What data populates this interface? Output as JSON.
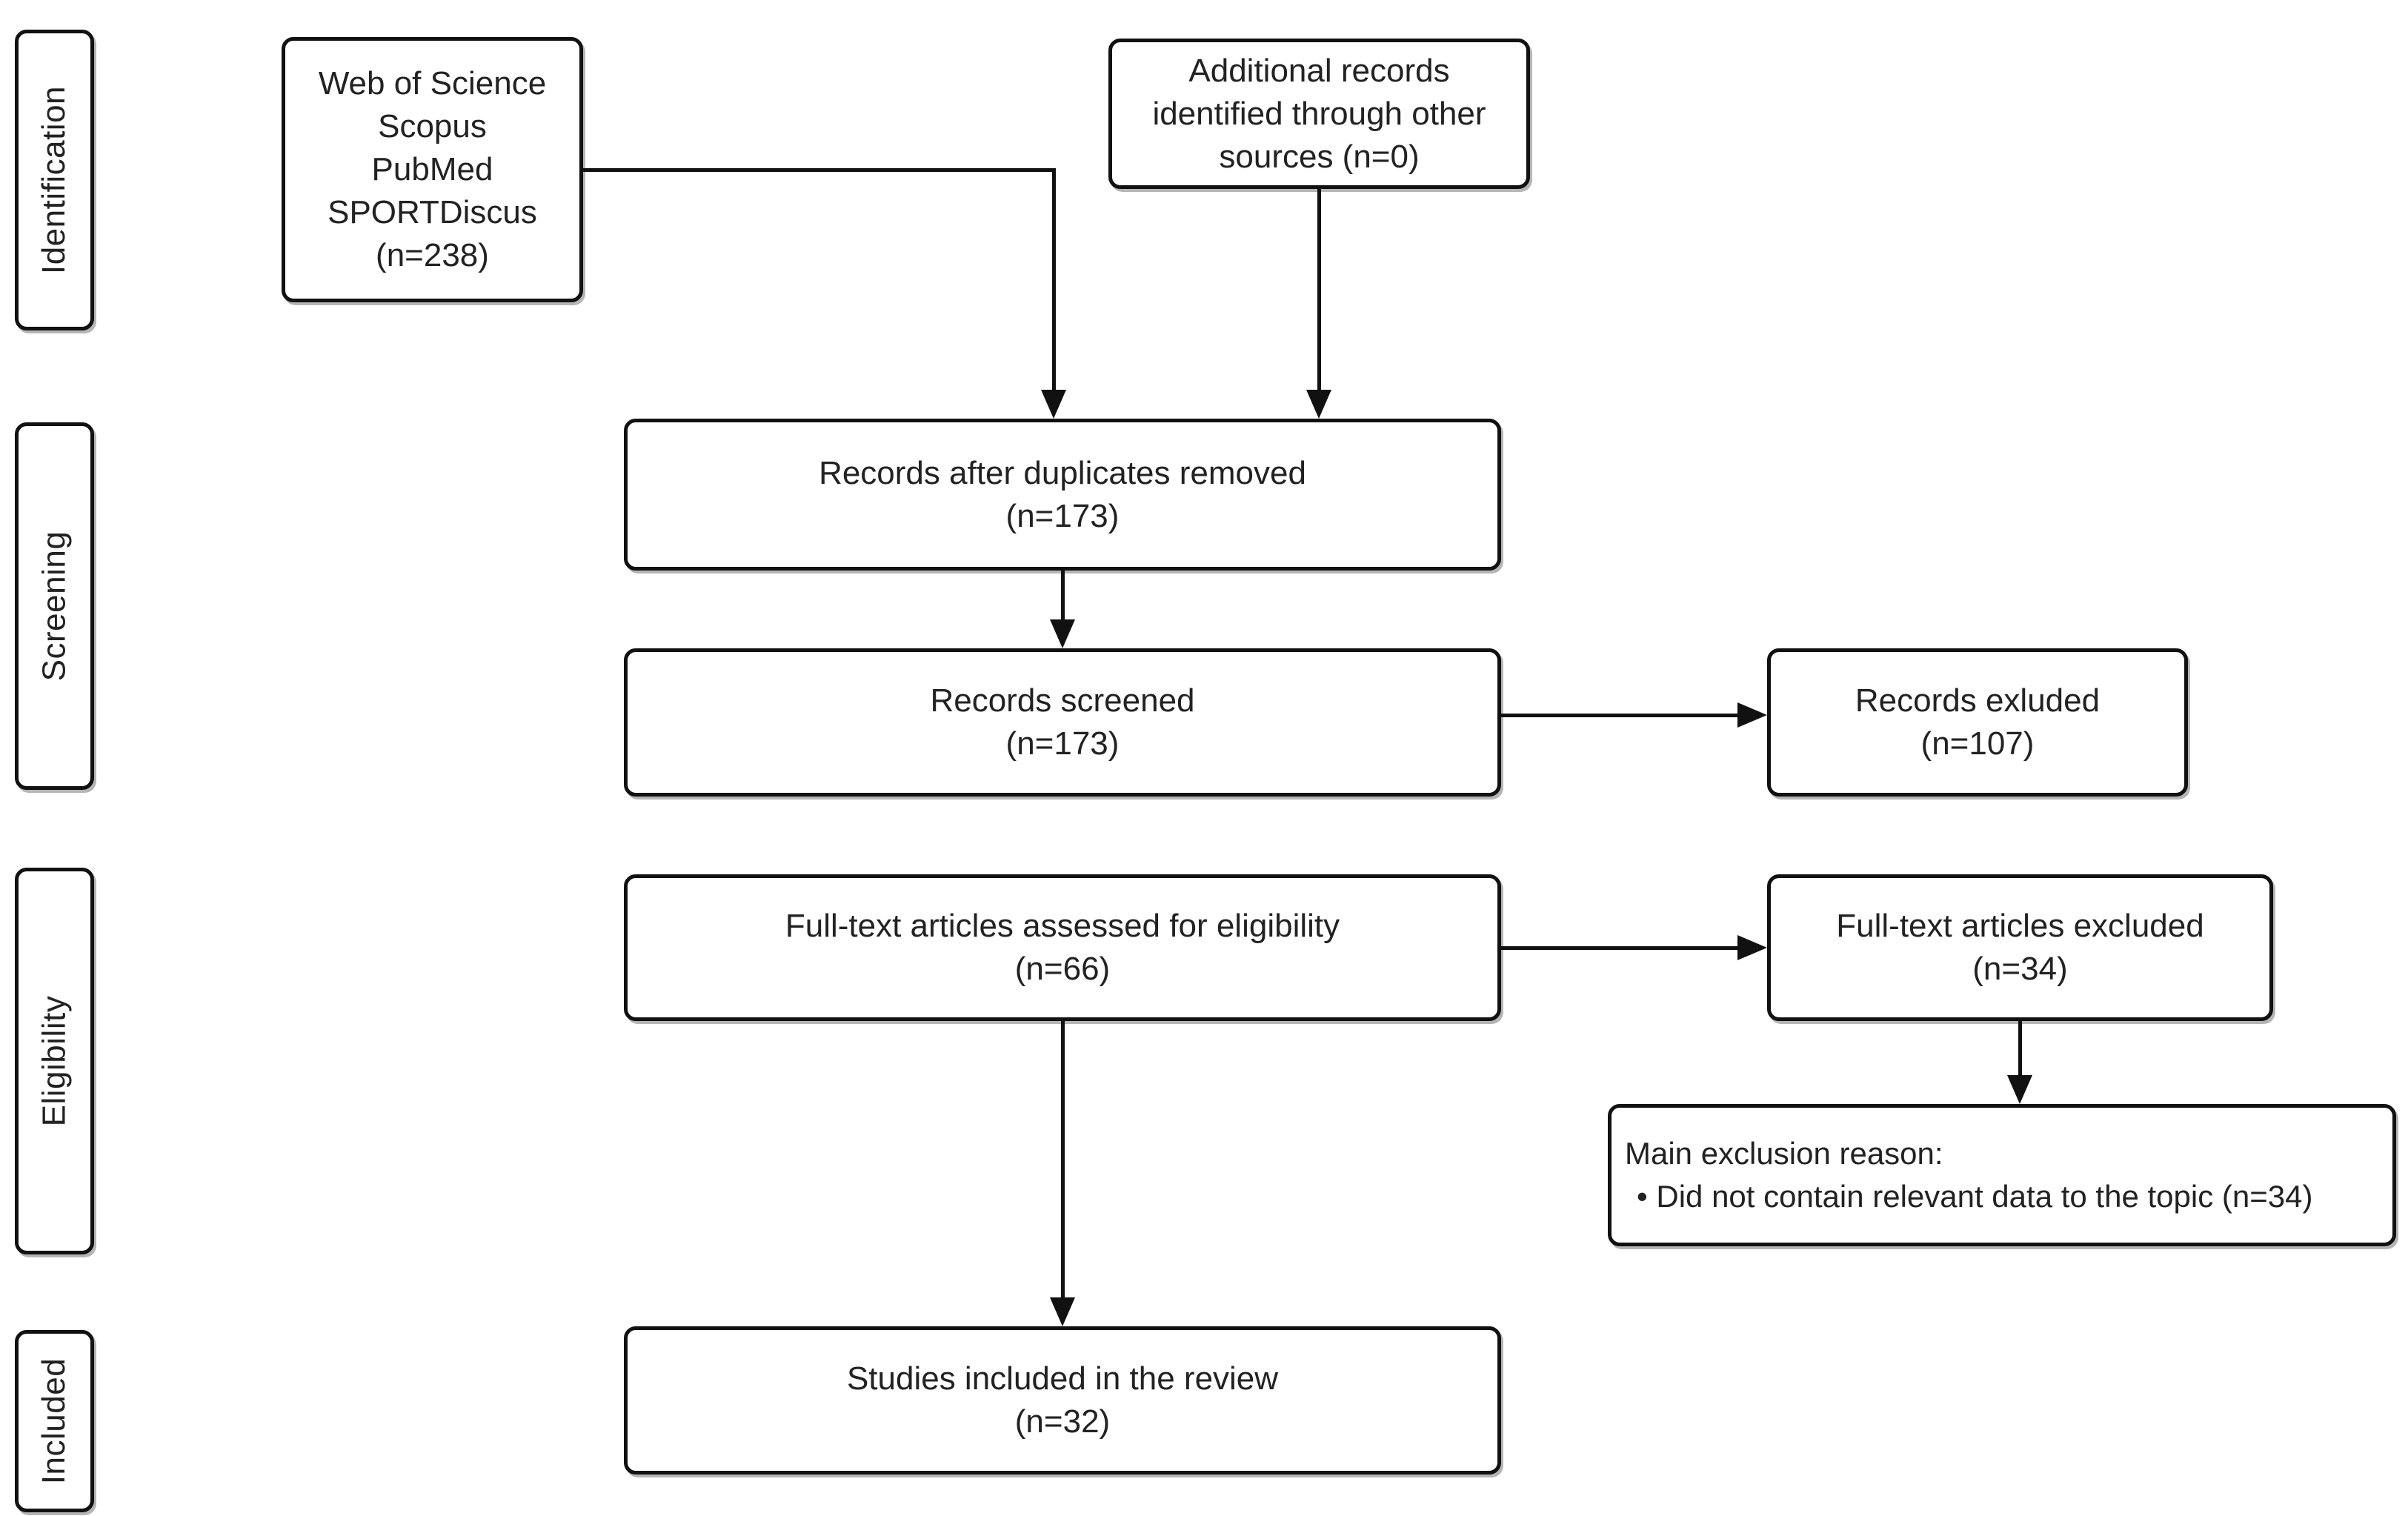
{
  "stages": {
    "identification": "Identification",
    "screening": "Screening",
    "eligibility": "Eligibility",
    "included": "Included"
  },
  "boxes": {
    "sources": {
      "lines": [
        "Web of Science",
        "Scopus",
        "PubMed",
        "SPORTDiscus",
        "(n=238)"
      ],
      "n": 238
    },
    "additional_records": {
      "lines": [
        "Additional records",
        "identified through other",
        "sources (n=0)"
      ],
      "n": 0
    },
    "duplicates_removed": {
      "lines": [
        "Records after duplicates removed",
        "(n=173)"
      ],
      "n": 173
    },
    "records_screened": {
      "lines": [
        "Records screened",
        "(n=173)"
      ],
      "n": 173
    },
    "records_excluded": {
      "lines": [
        "Records exluded",
        "(n=107)"
      ],
      "n": 107
    },
    "fulltext_assessed": {
      "lines": [
        "Full-text articles assessed for eligibility",
        "(n=66)"
      ],
      "n": 66
    },
    "fulltext_excluded": {
      "lines": [
        "Full-text articles excluded",
        "(n=34)"
      ],
      "n": 34
    },
    "exclusion_reason": {
      "lines": [
        "Main exclusion reason:",
        "• Did not contain relevant data to the topic (n=34)"
      ],
      "n": 34
    },
    "studies_included": {
      "lines": [
        "Studies included in the review",
        "(n=32)"
      ],
      "n": 32
    }
  },
  "edges": [
    {
      "from": "sources",
      "to": "duplicates_removed"
    },
    {
      "from": "additional_records",
      "to": "duplicates_removed"
    },
    {
      "from": "duplicates_removed",
      "to": "records_screened"
    },
    {
      "from": "records_screened",
      "to": "records_excluded"
    },
    {
      "from": "records_screened",
      "to": "fulltext_assessed"
    },
    {
      "from": "fulltext_assessed",
      "to": "fulltext_excluded"
    },
    {
      "from": "fulltext_excluded",
      "to": "exclusion_reason"
    },
    {
      "from": "fulltext_assessed",
      "to": "studies_included"
    }
  ],
  "colors": {
    "border": "#111111",
    "text": "#222222",
    "background": "#ffffff",
    "shadow": "#8f8f8f"
  }
}
